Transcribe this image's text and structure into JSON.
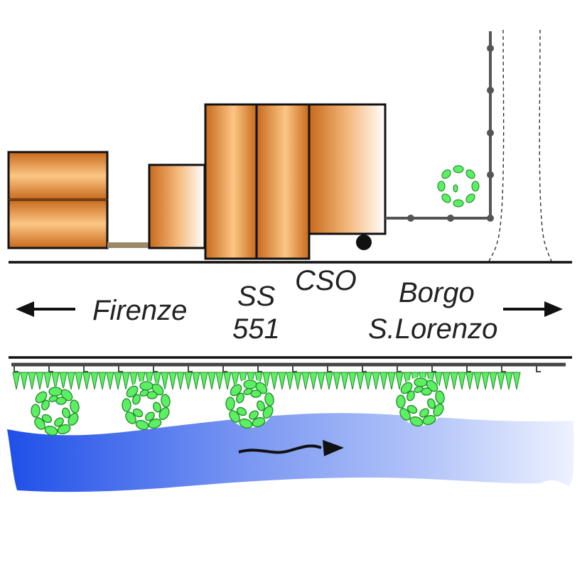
{
  "labels": {
    "direction_left": "Firenze",
    "road_line1": "SS",
    "road_line2": "551",
    "facility": "CSO",
    "direction_right_line1": "Borgo",
    "direction_right_line2": "S.Lorenzo"
  },
  "icons": {
    "arrow_left": "arrow-left-icon",
    "arrow_right": "arrow-right-icon",
    "flow_arrow": "river-flow-arrow-icon",
    "shrub": "shrub-icon"
  },
  "colors": {
    "building_dark": "#c76a1c",
    "building_light": "#fcc685",
    "building_pale": "#ffffff",
    "river_deep": "#1f4fe8",
    "river_light": "#e8eeff",
    "foliage": "#5cef62",
    "foliage_dark": "#1f8a2a",
    "pipe": "#555555",
    "road_line": "#111111",
    "link_pipe": "#9a8a6a"
  }
}
